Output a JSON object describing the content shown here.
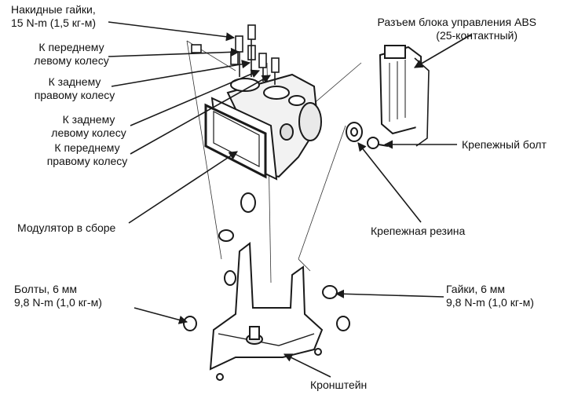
{
  "labels": {
    "flare_nuts": {
      "line1": "Накидные гайки,",
      "line2": "15 N-m (1,5 кг-м)"
    },
    "front_left": {
      "line1": "К переднему",
      "line2": "левому колесу"
    },
    "rear_right": {
      "line1": "К заднему",
      "line2": "правому колесу"
    },
    "rear_left": {
      "line1": "К заднему",
      "line2": "левому колесу"
    },
    "front_right": {
      "line1": "К переднему",
      "line2": "правому колесу"
    },
    "modulator": "Модулятор в сборе",
    "bolts": {
      "line1": "Болты, 6 мм",
      "line2": "9,8 N-m (1,0 кг-м)"
    },
    "abs_connector": {
      "line1": "Разъем блока управления ABS",
      "line2": "(25-контактный)"
    },
    "mount_bolt": "Крепежный болт",
    "mount_rubber": "Крепежная резина",
    "nuts": {
      "line1": "Гайки, 6 мм",
      "line2": "9,8 N-m (1,0 кг-м)"
    },
    "bracket": "Кронштейн"
  },
  "colors": {
    "ink": "#111111",
    "paper": "#ffffff"
  }
}
